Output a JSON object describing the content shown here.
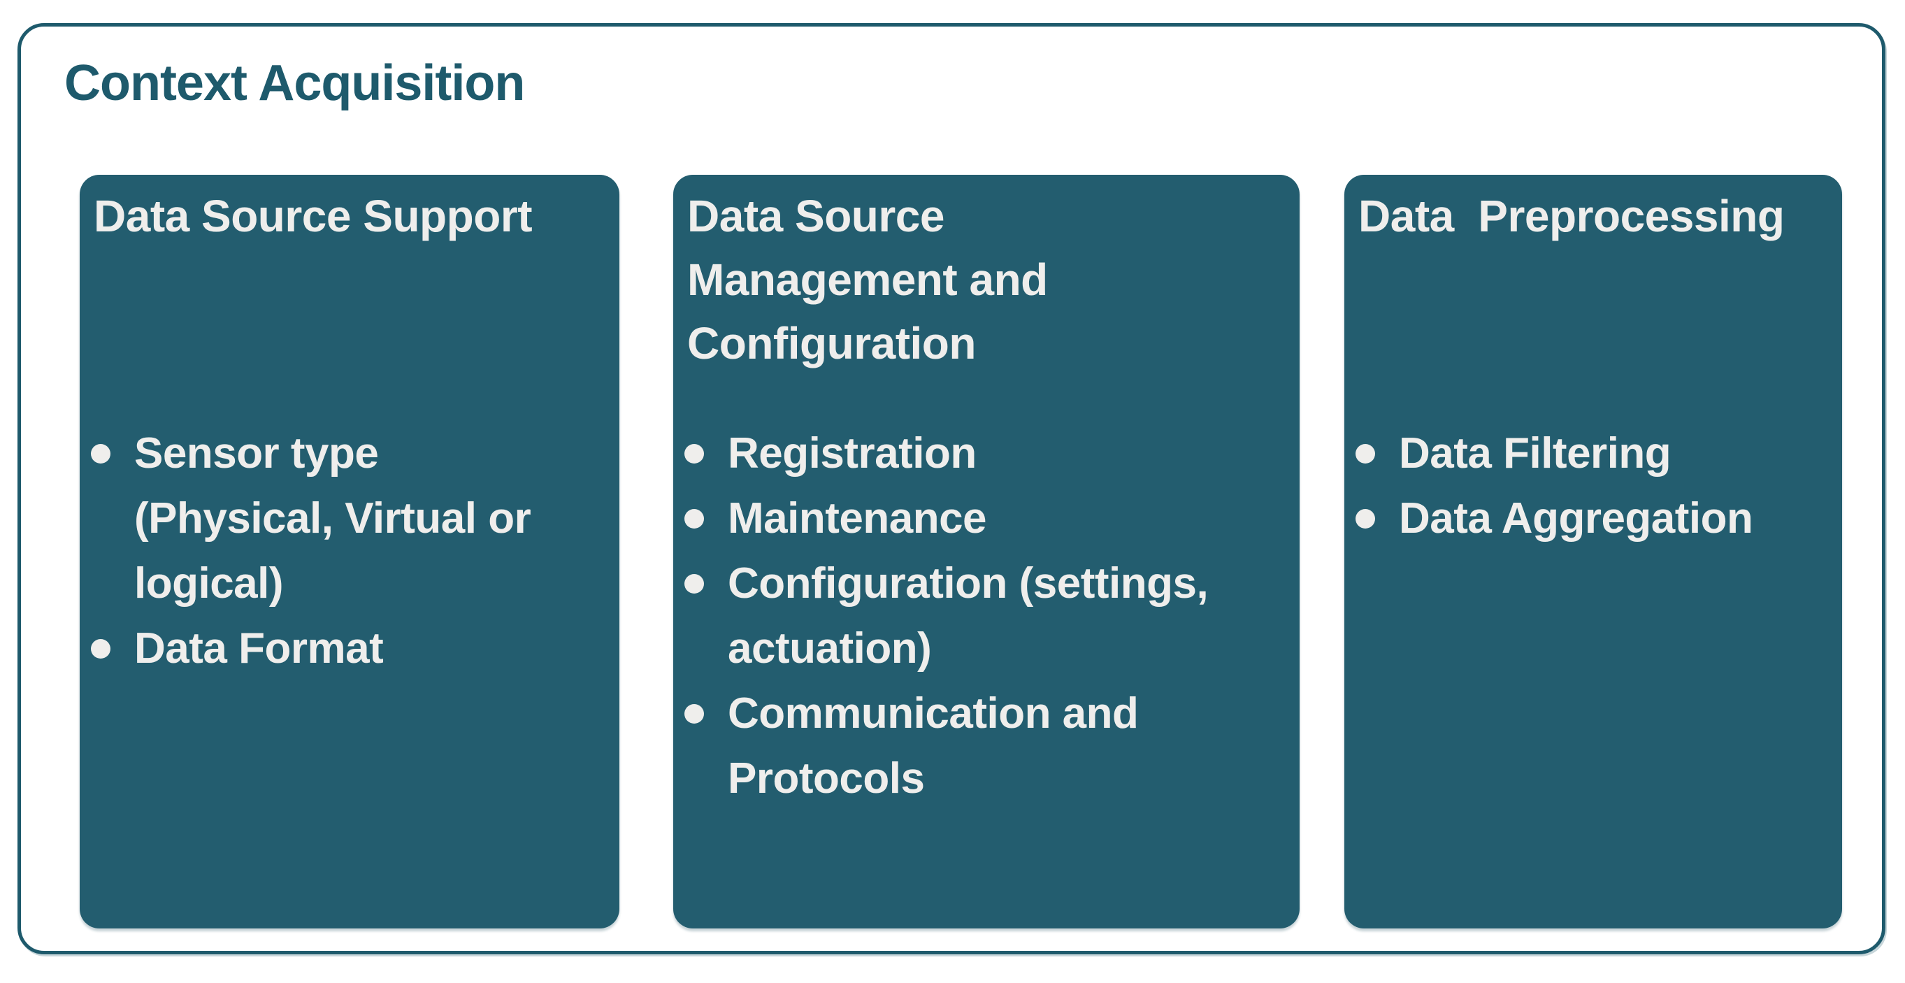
{
  "colors": {
    "teal": "#235d6f",
    "frame": "#1e5a6c",
    "title": "#1e5a6c",
    "text": "#efeeec"
  },
  "frame": {
    "title": "Context Acquisition"
  },
  "boxes": [
    {
      "title": "Data Source Support",
      "items": [
        "Sensor type\n(Physical, Virtual or\nlogical)",
        "Data Format"
      ]
    },
    {
      "title": "Data Source\nManagement and\nConfiguration",
      "items": [
        "Registration",
        "Maintenance",
        "Configuration (settings,\nactuation)",
        "Communication and\nProtocols"
      ]
    },
    {
      "title": "Data  Preprocessing",
      "items": [
        "Data Filtering",
        "Data Aggregation"
      ]
    }
  ]
}
